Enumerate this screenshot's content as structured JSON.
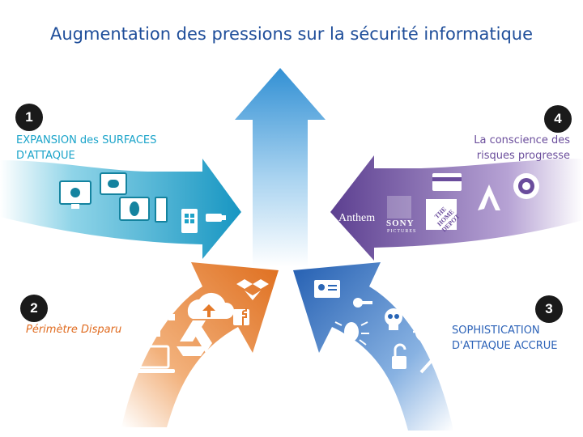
{
  "title": "Augmentation des pressions sur la sécurité informatique",
  "sections": {
    "s1": {
      "number": "1",
      "label": "EXPANSION des SURFACES D'ATTAQUE"
    },
    "s2": {
      "number": "2",
      "label": "Périmètre Disparu"
    },
    "s3": {
      "number": "3",
      "label": "SOPHISTICATION D'ATTAQUE ACCRUE"
    },
    "s4": {
      "number": "4",
      "label": "La conscience des risques progresse"
    }
  },
  "logos": {
    "anthem": "Anthem",
    "sony": "SONY",
    "sony_sub": "PICTURES",
    "home_depot": "THE HOME DEPOT"
  },
  "colors": {
    "teal": "#1fa3c8",
    "purple": "#6a4c9c",
    "orange": "#e47a2a",
    "blue": "#2a66b6",
    "center": "#3d95d6",
    "title": "#1f4e9a"
  },
  "icons": {
    "s1": [
      "apple-monitor-icon",
      "android-tablet-icon",
      "linux-monitor-icon",
      "tower-pc-icon",
      "windows-phone-icon",
      "usb-drive-icon"
    ],
    "s2": [
      "dropbox-icon",
      "cloud-upload-icon",
      "facebook-icon",
      "network-nodes-icon",
      "google-drive-icon",
      "laptop-icon"
    ],
    "s3": [
      "id-card-icon",
      "key-icon",
      "skull-icon",
      "bug-icon",
      "crosshair-icon",
      "unlocked-padlock-icon",
      "axe-icon"
    ],
    "s4": [
      "credit-card-icon",
      "adobe-icon",
      "target-icon",
      "anthem-logo",
      "sony-pictures-logo",
      "home-depot-logo"
    ]
  }
}
